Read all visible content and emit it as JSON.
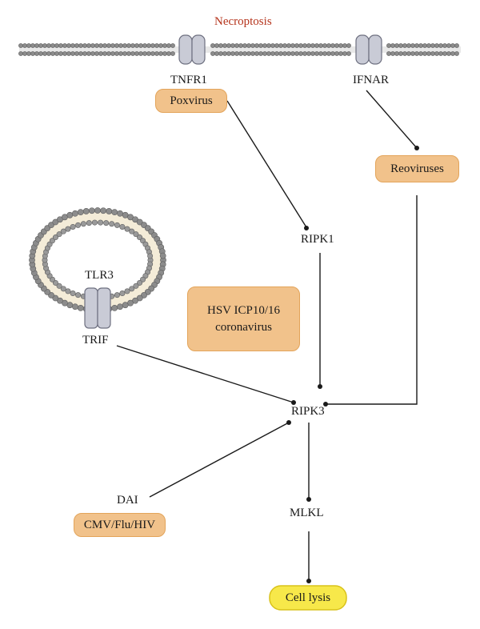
{
  "title": "Necroptosis",
  "receptors": {
    "tnfr1": "TNFR1",
    "ifnar": "IFNAR",
    "tlr3": "TLR3"
  },
  "adaptors": {
    "trif": "TRIF",
    "dai": "DAI"
  },
  "nodes": {
    "ripk1": "RIPK1",
    "ripk3": "RIPK3",
    "mlkl": "MLKL"
  },
  "pathogens": {
    "poxvirus": "Poxvirus",
    "reoviruses": "Reoviruses",
    "hsv_line1": "HSV ICP10/16",
    "hsv_line2": "coronavirus",
    "cmv": "CMV/Flu/HIV"
  },
  "outcome": {
    "cell_lysis": "Cell lysis"
  },
  "colors": {
    "title": "#b5341c",
    "pathogen_box_fill": "#f1c28b",
    "pathogen_box_border": "#e3a45a",
    "outcome_fill": "#f7e84a",
    "receptor_fill": "#c9cbd6",
    "membrane_bead": "#8c8c8c",
    "line": "#1a1a1a"
  }
}
